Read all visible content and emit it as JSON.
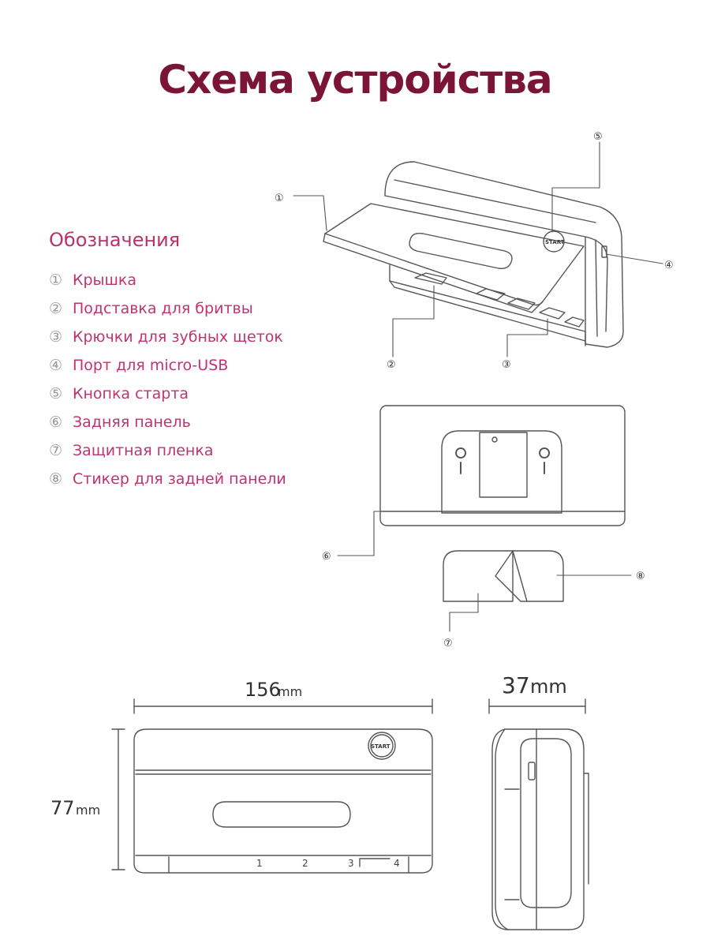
{
  "title": "Схема устройства",
  "legend": {
    "heading": "Обозначения",
    "items": [
      {
        "num": "①",
        "label": "Крышка"
      },
      {
        "num": "②",
        "label": "Подставка для бритвы"
      },
      {
        "num": "③",
        "label": "Крючки для зубных щеток"
      },
      {
        "num": "④",
        "label": "Порт для micro-USB"
      },
      {
        "num": "⑤",
        "label": "Кнопка старта"
      },
      {
        "num": "⑥",
        "label": "Задняя панель"
      },
      {
        "num": "⑦",
        "label": "Защитная пленка"
      },
      {
        "num": "⑧",
        "label": "Стикер для задней панели"
      }
    ]
  },
  "callouts": {
    "c1": "①",
    "c2": "②",
    "c3": "③",
    "c4": "④",
    "c5": "⑤",
    "c6": "⑥",
    "c7": "⑦",
    "c8": "⑧"
  },
  "device": {
    "start_label": "START",
    "slot_labels": [
      "1",
      "2",
      "3",
      "4"
    ]
  },
  "dimensions": {
    "width_value": "156",
    "width_unit": "mm",
    "height_value": "77",
    "height_unit": "mm",
    "depth_value": "37",
    "depth_unit": "mm"
  },
  "colors": {
    "title": "#7a1538",
    "legend": "#c0336f",
    "line": "#555555"
  }
}
